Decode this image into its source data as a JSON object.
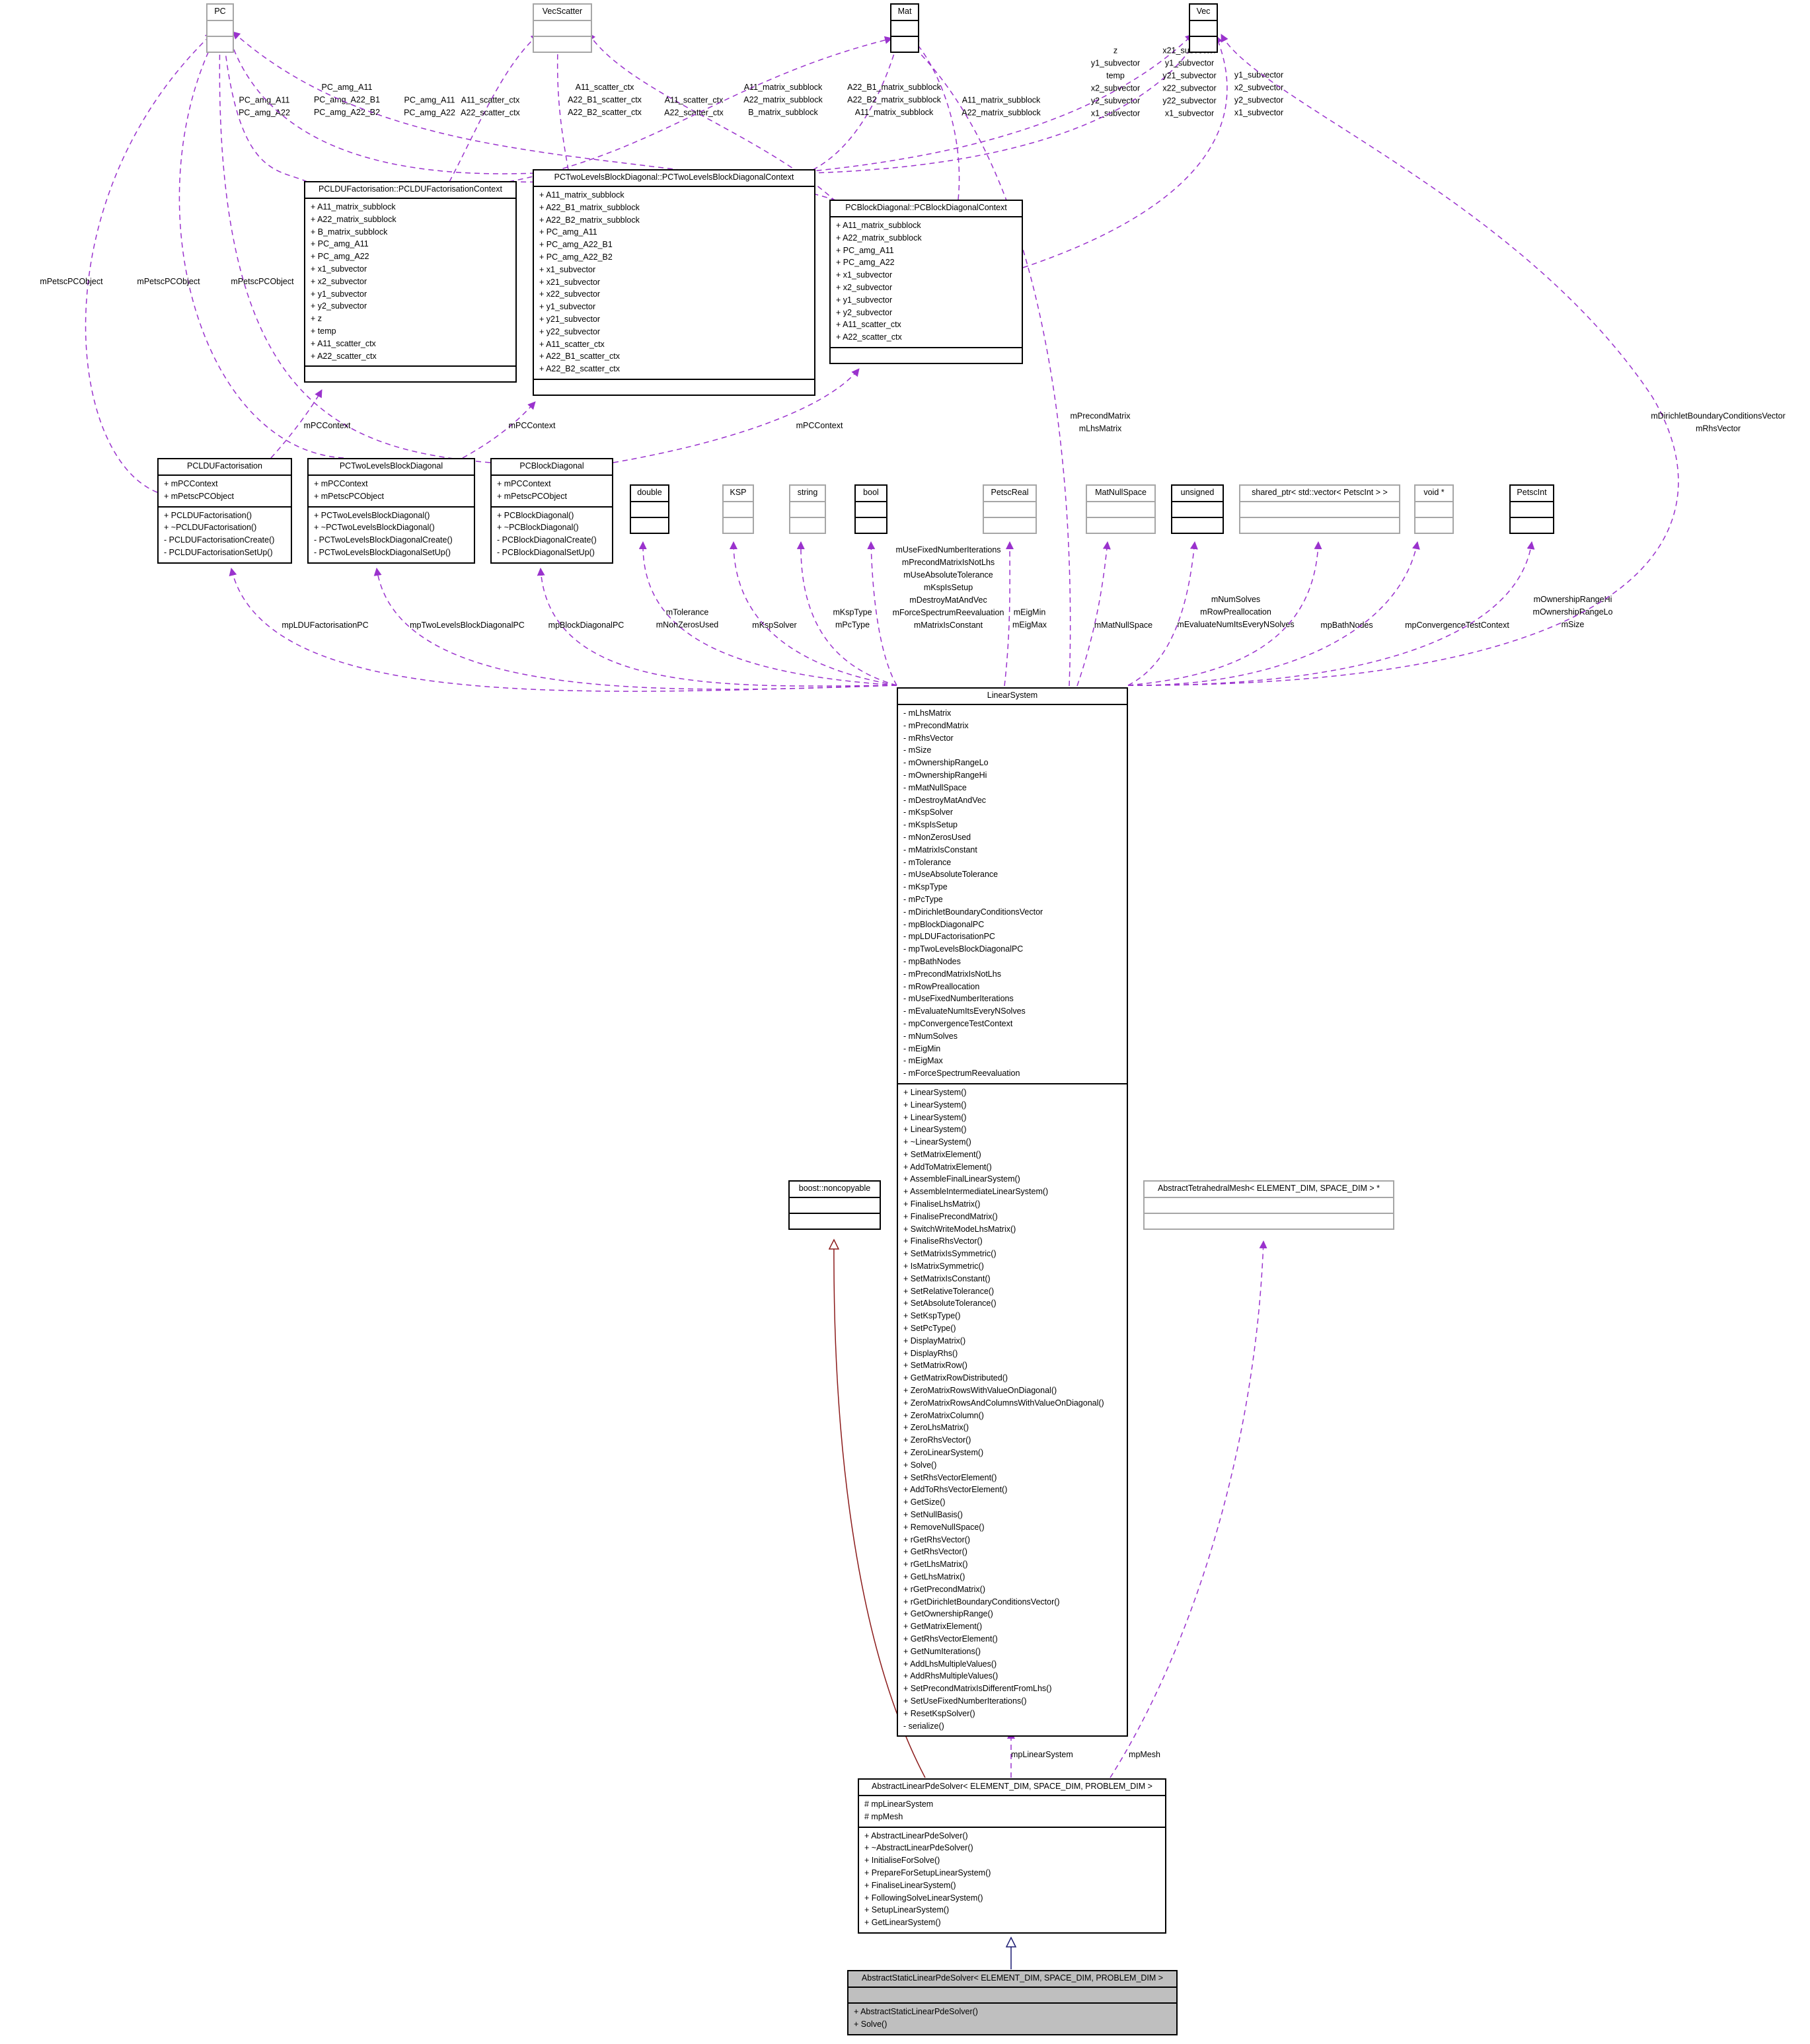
{
  "classes": {
    "pc": {
      "title": "PC",
      "attrs": [],
      "methods": []
    },
    "vecscatter": {
      "title": "VecScatter",
      "attrs": [],
      "methods": []
    },
    "mat": {
      "title": "Mat",
      "attrs": [],
      "methods": []
    },
    "vec": {
      "title": "Vec",
      "attrs": [],
      "methods": []
    },
    "ldu_ctx": {
      "title": "PCLDUFactorisation::PCLDUFactorisationContext",
      "attrs": [
        "+ A11_matrix_subblock",
        "+ A22_matrix_subblock",
        "+ B_matrix_subblock",
        "+ PC_amg_A11",
        "+ PC_amg_A22",
        "+ x1_subvector",
        "+ x2_subvector",
        "+ y1_subvector",
        "+ y2_subvector",
        "+ z",
        "+ temp",
        "+ A11_scatter_ctx",
        "+ A22_scatter_ctx"
      ],
      "methods": []
    },
    "tlbd_ctx": {
      "title": "PCTwoLevelsBlockDiagonal::PCTwoLevelsBlockDiagonalContext",
      "attrs": [
        "+ A11_matrix_subblock",
        "+ A22_B1_matrix_subblock",
        "+ A22_B2_matrix_subblock",
        "+ PC_amg_A11",
        "+ PC_amg_A22_B1",
        "+ PC_amg_A22_B2",
        "+ x1_subvector",
        "+ x21_subvector",
        "+ x22_subvector",
        "+ y1_subvector",
        "+ y21_subvector",
        "+ y22_subvector",
        "+ A11_scatter_ctx",
        "+ A22_B1_scatter_ctx",
        "+ A22_B2_scatter_ctx"
      ],
      "methods": []
    },
    "bd_ctx": {
      "title": "PCBlockDiagonal::PCBlockDiagonalContext",
      "attrs": [
        "+ A11_matrix_subblock",
        "+ A22_matrix_subblock",
        "+ PC_amg_A11",
        "+ PC_amg_A22",
        "+ x1_subvector",
        "+ x2_subvector",
        "+ y1_subvector",
        "+ y2_subvector",
        "+ A11_scatter_ctx",
        "+ A22_scatter_ctx"
      ],
      "methods": []
    },
    "ldu": {
      "title": "PCLDUFactorisation",
      "attrs": [
        "+ mPCContext",
        "+ mPetscPCObject"
      ],
      "methods": [
        "+ PCLDUFactorisation()",
        "+ ~PCLDUFactorisation()",
        "- PCLDUFactorisationCreate()",
        "- PCLDUFactorisationSetUp()"
      ]
    },
    "tlbd": {
      "title": "PCTwoLevelsBlockDiagonal",
      "attrs": [
        "+ mPCContext",
        "+ mPetscPCObject"
      ],
      "methods": [
        "+ PCTwoLevelsBlockDiagonal()",
        "+ ~PCTwoLevelsBlockDiagonal()",
        "- PCTwoLevelsBlockDiagonalCreate()",
        "- PCTwoLevelsBlockDiagonalSetUp()"
      ]
    },
    "bd": {
      "title": "PCBlockDiagonal",
      "attrs": [
        "+ mPCContext",
        "+ mPetscPCObject"
      ],
      "methods": [
        "+ PCBlockDiagonal()",
        "+ ~PCBlockDiagonal()",
        "- PCBlockDiagonalCreate()",
        "- PCBlockDiagonalSetUp()"
      ]
    },
    "double": {
      "title": "double",
      "attrs": [],
      "methods": []
    },
    "ksp": {
      "title": "KSP",
      "attrs": [],
      "methods": []
    },
    "string": {
      "title": "string",
      "attrs": [],
      "methods": []
    },
    "bool": {
      "title": "bool",
      "attrs": [],
      "methods": []
    },
    "petscreal": {
      "title": "PetscReal",
      "attrs": [],
      "methods": []
    },
    "matnullspace": {
      "title": "MatNullSpace",
      "attrs": [],
      "methods": []
    },
    "unsigned": {
      "title": "unsigned",
      "attrs": [],
      "methods": []
    },
    "sharedptr": {
      "title": "shared_ptr< std::vector< PetscInt > >",
      "attrs": [],
      "methods": []
    },
    "voidptr": {
      "title": "void *",
      "attrs": [],
      "methods": []
    },
    "petscint": {
      "title": "PetscInt",
      "attrs": [],
      "methods": []
    },
    "linsys": {
      "title": "LinearSystem",
      "attrs": [
        "- mLhsMatrix",
        "- mPrecondMatrix",
        "- mRhsVector",
        "- mSize",
        "- mOwnershipRangeLo",
        "- mOwnershipRangeHi",
        "- mMatNullSpace",
        "- mDestroyMatAndVec",
        "- mKspSolver",
        "- mKspIsSetup",
        "- mNonZerosUsed",
        "- mMatrixIsConstant",
        "- mTolerance",
        "- mUseAbsoluteTolerance",
        "- mKspType",
        "- mPcType",
        "- mDirichletBoundaryConditionsVector",
        "- mpBlockDiagonalPC",
        "- mpLDUFactorisationPC",
        "- mpTwoLevelsBlockDiagonalPC",
        "- mpBathNodes",
        "- mPrecondMatrixIsNotLhs",
        "- mRowPreallocation",
        "- mUseFixedNumberIterations",
        "- mEvaluateNumItsEveryNSolves",
        "- mpConvergenceTestContext",
        "- mNumSolves",
        "- mEigMin",
        "- mEigMax",
        "- mForceSpectrumReevaluation"
      ],
      "methods": [
        "+ LinearSystem()",
        "+ LinearSystem()",
        "+ LinearSystem()",
        "+ LinearSystem()",
        "+ ~LinearSystem()",
        "+ SetMatrixElement()",
        "+ AddToMatrixElement()",
        "+ AssembleFinalLinearSystem()",
        "+ AssembleIntermediateLinearSystem()",
        "+ FinaliseLhsMatrix()",
        "+ FinalisePrecondMatrix()",
        "+ SwitchWriteModeLhsMatrix()",
        "+ FinaliseRhsVector()",
        "+ SetMatrixIsSymmetric()",
        "+ IsMatrixSymmetric()",
        "+ SetMatrixIsConstant()",
        "+ SetRelativeTolerance()",
        "+ SetAbsoluteTolerance()",
        "+ SetKspType()",
        "+ SetPcType()",
        "+ DisplayMatrix()",
        "+ DisplayRhs()",
        "+ SetMatrixRow()",
        "+ GetMatrixRowDistributed()",
        "+ ZeroMatrixRowsWithValueOnDiagonal()",
        "+ ZeroMatrixRowsAndColumnsWithValueOnDiagonal()",
        "+ ZeroMatrixColumn()",
        "+ ZeroLhsMatrix()",
        "+ ZeroRhsVector()",
        "+ ZeroLinearSystem()",
        "+ Solve()",
        "+ SetRhsVectorElement()",
        "+ AddToRhsVectorElement()",
        "+ GetSize()",
        "+ SetNullBasis()",
        "+ RemoveNullSpace()",
        "+ rGetRhsVector()",
        "+ GetRhsVector()",
        "+ rGetLhsMatrix()",
        "+ GetLhsMatrix()",
        "+ rGetPrecondMatrix()",
        "+ rGetDirichletBoundaryConditionsVector()",
        "+ GetOwnershipRange()",
        "+ GetMatrixElement()",
        "+ GetRhsVectorElement()",
        "+ GetNumIterations()",
        "+ AddLhsMultipleValues()",
        "+ AddRhsMultipleValues()",
        "+ SetPrecondMatrixIsDifferentFromLhs()",
        "+ SetUseFixedNumberIterations()",
        "+ ResetKspSolver()",
        "- serialize()"
      ]
    },
    "noncopyable": {
      "title": "boost::noncopyable",
      "attrs": [],
      "methods": []
    },
    "mesh": {
      "title": "AbstractTetrahedralMesh< ELEMENT_DIM, SPACE_DIM > *",
      "attrs": [],
      "methods": []
    },
    "alps": {
      "title": "AbstractLinearPdeSolver< ELEMENT_DIM, SPACE_DIM, PROBLEM_DIM >",
      "attrs": [
        "# mpLinearSystem",
        "# mpMesh"
      ],
      "methods": [
        "+ AbstractLinearPdeSolver()",
        "+ ~AbstractLinearPdeSolver()",
        "+ InitialiseForSolve()",
        "+ PrepareForSetupLinearSystem()",
        "+ FinaliseLinearSystem()",
        "+ FollowingSolveLinearSystem()",
        "+ SetupLinearSystem()",
        "+ GetLinearSystem()"
      ]
    },
    "aslps": {
      "title": "AbstractStaticLinearPdeSolver< ELEMENT_DIM, SPACE_DIM, PROBLEM_DIM >",
      "attrs": [],
      "methods": [
        "+ AbstractStaticLinearPdeSolver()",
        "+ Solve()"
      ]
    }
  },
  "edges": [
    {
      "id": "ldu_ctx-pc",
      "labels": [
        "PC_amg_A11",
        "PC_amg_A22"
      ]
    },
    {
      "id": "tlbd_ctx-pc",
      "labels": [
        "PC_amg_A11",
        "PC_amg_A22_B1",
        "PC_amg_A22_B2"
      ]
    },
    {
      "id": "bd_ctx-pc",
      "labels": [
        "PC_amg_A11",
        "PC_amg_A22"
      ]
    },
    {
      "id": "ldu_ctx-vecscatter",
      "labels": [
        "A11_scatter_ctx",
        "A22_scatter_ctx"
      ]
    },
    {
      "id": "tlbd_ctx-vecscatter",
      "labels": [
        "A11_scatter_ctx",
        "A22_B1_scatter_ctx",
        "A22_B2_scatter_ctx"
      ]
    },
    {
      "id": "bd_ctx-vecscatter",
      "labels": [
        "A11_scatter_ctx",
        "A22_scatter_ctx"
      ]
    },
    {
      "id": "ldu_ctx-mat",
      "labels": [
        "A11_matrix_subblock",
        "A22_matrix_subblock",
        "B_matrix_subblock"
      ]
    },
    {
      "id": "tlbd_ctx-mat",
      "labels": [
        "A22_B1_matrix_subblock",
        "A22_B2_matrix_subblock",
        "A11_matrix_subblock"
      ]
    },
    {
      "id": "bd_ctx-mat",
      "labels": [
        "A11_matrix_subblock",
        "A22_matrix_subblock"
      ]
    },
    {
      "id": "ldu_ctx-vec",
      "labels": [
        "z",
        "y1_subvector",
        "temp",
        "x2_subvector",
        "y2_subvector",
        "x1_subvector"
      ]
    },
    {
      "id": "tlbd_ctx-vec",
      "labels": [
        "x21_subvector",
        "y1_subvector",
        "y21_subvector",
        "x22_subvector",
        "y22_subvector",
        "x1_subvector"
      ]
    },
    {
      "id": "bd_ctx-vec",
      "labels": [
        "y1_subvector",
        "x2_subvector",
        "y2_subvector",
        "x1_subvector"
      ]
    },
    {
      "id": "ldu-pc",
      "labels": [
        "mPetscPCObject"
      ]
    },
    {
      "id": "tlbd-pc",
      "labels": [
        "mPetscPCObject"
      ]
    },
    {
      "id": "bd-pc",
      "labels": [
        "mPetscPCObject"
      ]
    },
    {
      "id": "ldu-ldu_ctx",
      "labels": [
        "mPCContext"
      ]
    },
    {
      "id": "tlbd-tlbd_ctx",
      "labels": [
        "mPCContext"
      ]
    },
    {
      "id": "bd-bd_ctx",
      "labels": [
        "mPCContext"
      ]
    },
    {
      "id": "linsys-ldu",
      "labels": [
        "mpLDUFactorisationPC"
      ]
    },
    {
      "id": "linsys-tlbd",
      "labels": [
        "mpTwoLevelsBlockDiagonalPC"
      ]
    },
    {
      "id": "linsys-bd",
      "labels": [
        "mpBlockDiagonalPC"
      ]
    },
    {
      "id": "linsys-double",
      "labels": [
        "mTolerance",
        "mNonZerosUsed"
      ]
    },
    {
      "id": "linsys-ksp",
      "labels": [
        "mKspSolver"
      ]
    },
    {
      "id": "linsys-string",
      "labels": [
        "mKspType",
        "mPcType"
      ]
    },
    {
      "id": "linsys-bool",
      "labels": [
        "mUseFixedNumberIterations",
        "mPrecondMatrixIsNotLhs",
        "mUseAbsoluteTolerance",
        "mKspIsSetup",
        "mDestroyMatAndVec",
        "mForceSpectrumReevaluation",
        "mMatrixIsConstant"
      ]
    },
    {
      "id": "linsys-petscreal",
      "labels": [
        "mEigMin",
        "mEigMax"
      ]
    },
    {
      "id": "linsys-mat",
      "labels": [
        "mPrecondMatrix",
        "mLhsMatrix"
      ]
    },
    {
      "id": "linsys-matnullspace",
      "labels": [
        "mMatNullSpace"
      ]
    },
    {
      "id": "linsys-unsigned",
      "labels": [
        "mNumSolves",
        "mRowPreallocation",
        "mEvaluateNumItsEveryNSolves"
      ]
    },
    {
      "id": "linsys-sharedptr",
      "labels": [
        "mpBathNodes"
      ]
    },
    {
      "id": "linsys-voidptr",
      "labels": [
        "mpConvergenceTestContext"
      ]
    },
    {
      "id": "linsys-petscint",
      "labels": [
        "mOwnershipRangeHi",
        "mOwnershipRangeLo",
        "mSize"
      ]
    },
    {
      "id": "linsys-vec",
      "labels": [
        "mDirichletBoundaryConditionsVector",
        "mRhsVector"
      ]
    },
    {
      "id": "alps-linsys",
      "labels": [
        "mpLinearSystem"
      ]
    },
    {
      "id": "alps-mesh",
      "labels": [
        "mpMesh"
      ]
    },
    {
      "id": "alps-noncopyable",
      "labels": []
    },
    {
      "id": "aslps-alps",
      "labels": []
    }
  ],
  "colors": {
    "usage": "#9a32cd",
    "inherit_private": "#8b1a1a",
    "inherit_public": "#191970",
    "box_border": "#000000",
    "ghost_border": "#a6a6a6",
    "focus_fill": "#bfbfbf"
  }
}
